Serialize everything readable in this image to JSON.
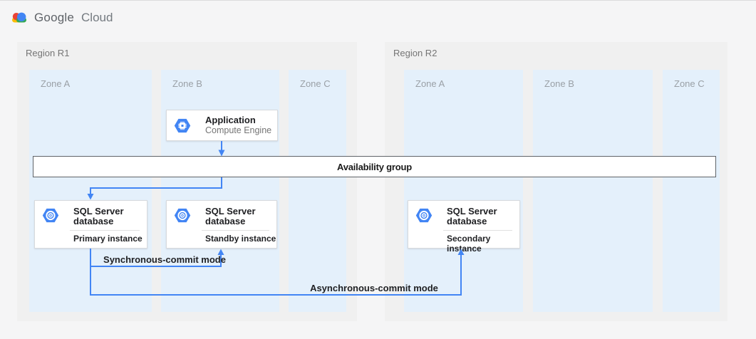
{
  "header": {
    "brand": "Google",
    "product": "Cloud"
  },
  "regions": [
    {
      "label": "Region R1",
      "zones": [
        {
          "label": "Zone A"
        },
        {
          "label": "Zone B"
        },
        {
          "label": "Zone C"
        }
      ]
    },
    {
      "label": "Region R2",
      "zones": [
        {
          "label": "Zone A"
        },
        {
          "label": "Zone B"
        },
        {
          "label": "Zone C"
        }
      ]
    }
  ],
  "nodes": {
    "application": {
      "title": "Application",
      "subtitle": "Compute Engine",
      "icon": "compute-engine-icon"
    },
    "availability_group": {
      "label": "Availability group"
    },
    "sql_primary": {
      "title_line1": "SQL Server",
      "title_line2": "database",
      "instance_label": "Primary instance",
      "icon": "sql-server-database-icon"
    },
    "sql_standby": {
      "title_line1": "SQL Server",
      "title_line2": "database",
      "instance_label": "Standby instance",
      "icon": "sql-server-database-icon"
    },
    "sql_secondary": {
      "title_line1": "SQL Server",
      "title_line2": "database",
      "instance_label": "Secondary instance",
      "icon": "sql-server-database-icon"
    }
  },
  "connections": {
    "app_to_availability_group": {
      "label": ""
    },
    "availability_group_to_primary": {
      "label": ""
    },
    "primary_to_standby": {
      "label": "Synchronous-commit mode"
    },
    "primary_to_secondary": {
      "label": "Asynchronous-commit mode"
    }
  },
  "colors": {
    "page_bg": "#f5f5f6",
    "region_fill": "#f0f0f0",
    "zone_fill": "#e4f0fb",
    "box_border": "#d8dadd",
    "bar_border": "#5f6368",
    "connector": "#4285f4",
    "icon_blue": "#4285f4",
    "text_dark": "#202124",
    "text_gray": "#757575",
    "zone_label": "#9aa0a6",
    "logo_red": "#ea4335",
    "logo_blue": "#4285f4",
    "logo_yellow": "#fbbc05",
    "logo_green": "#34a853",
    "brand_gray": "#5f6368",
    "product_gray": "#747a80"
  }
}
